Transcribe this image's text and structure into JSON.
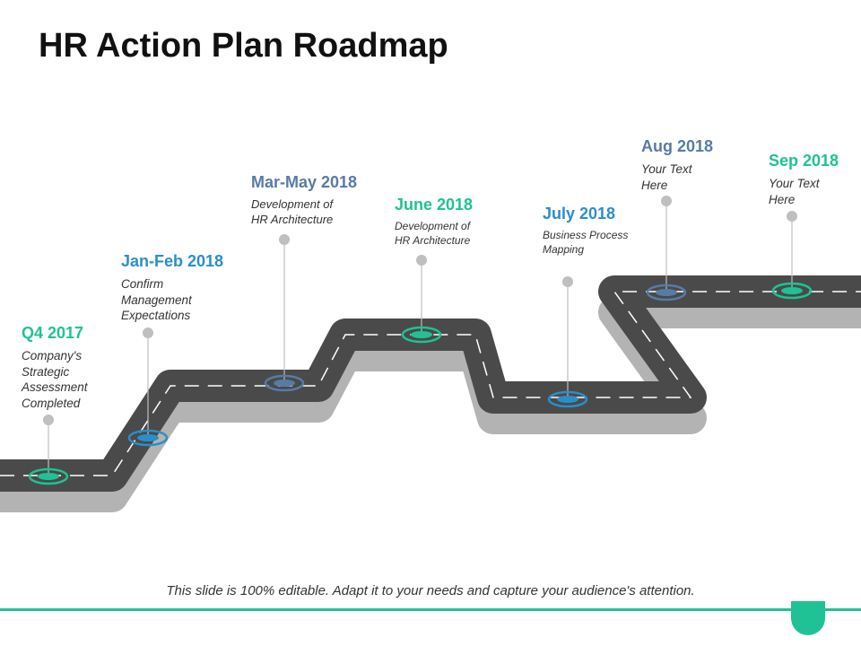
{
  "slide": {
    "title": "HR Action Plan Roadmap",
    "footer": "This slide is 100% editable. Adapt it to your needs and capture your audience's attention."
  },
  "colors": {
    "teal": "#1fc294",
    "blue": "#2a8fc7",
    "slate": "#587ba6",
    "road": "#4a4a4a",
    "road_shadow": "#b3b3b3",
    "pin": "#bfbfbf"
  },
  "milestones": [
    {
      "label": "Q4 2017",
      "description": [
        "Company's",
        "Strategic",
        "Assessment",
        "Completed"
      ],
      "color": "teal"
    },
    {
      "label": "Jan-Feb 2018",
      "description": [
        "Confirm",
        "Management",
        "Expectations"
      ],
      "color": "blue"
    },
    {
      "label": "Mar-May 2018",
      "description": [
        "Development of",
        "HR Architecture"
      ],
      "color": "slate"
    },
    {
      "label": "June 2018",
      "description": [
        "Development of",
        "HR Architecture"
      ],
      "color": "teal"
    },
    {
      "label": "July 2018",
      "description": [
        "Business Process",
        "Mapping"
      ],
      "color": "blue"
    },
    {
      "label": "Aug 2018",
      "description": [
        "Your Text",
        "Here"
      ],
      "color": "slate"
    },
    {
      "label": "Sep 2018",
      "description": [
        "Your Text",
        "Here"
      ],
      "color": "teal"
    }
  ]
}
